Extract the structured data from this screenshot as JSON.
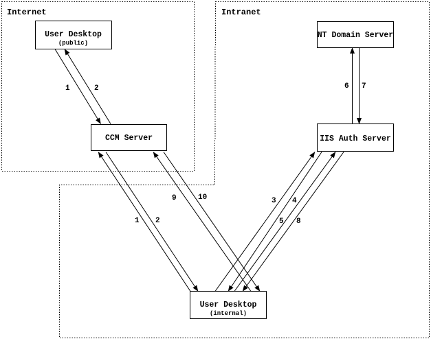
{
  "diagram": {
    "zones": [
      {
        "label": "Internet"
      },
      {
        "label": "Intranet"
      }
    ],
    "nodes": [
      {
        "id": "user-desktop-public",
        "title": "User Desktop",
        "subtitle": "(public)"
      },
      {
        "id": "ccm-server",
        "title": "CCM Server"
      },
      {
        "id": "nt-domain-server",
        "title": "NT Domain Server"
      },
      {
        "id": "iis-auth-server",
        "title": "IIS Auth Server"
      },
      {
        "id": "user-desktop-internal",
        "title": "User Desktop",
        "subtitle": "(internal)"
      }
    ],
    "edges": [
      {
        "label": "1",
        "from": "user-desktop-public",
        "to": "ccm-server"
      },
      {
        "label": "2",
        "from": "ccm-server",
        "to": "user-desktop-public"
      },
      {
        "label": "1",
        "from": "user-desktop-internal",
        "to": "ccm-server"
      },
      {
        "label": "2",
        "from": "ccm-server",
        "to": "user-desktop-internal"
      },
      {
        "label": "9",
        "from": "user-desktop-internal",
        "to": "ccm-server"
      },
      {
        "label": "10",
        "from": "ccm-server",
        "to": "user-desktop-internal"
      },
      {
        "label": "3",
        "from": "user-desktop-internal",
        "to": "iis-auth-server"
      },
      {
        "label": "4",
        "from": "iis-auth-server",
        "to": "user-desktop-internal"
      },
      {
        "label": "5",
        "from": "user-desktop-internal",
        "to": "iis-auth-server"
      },
      {
        "label": "8",
        "from": "iis-auth-server",
        "to": "user-desktop-internal"
      },
      {
        "label": "6",
        "from": "iis-auth-server",
        "to": "nt-domain-server"
      },
      {
        "label": "7",
        "from": "nt-domain-server",
        "to": "iis-auth-server"
      }
    ],
    "colors": {
      "line": "#000000",
      "background": "#ffffff"
    }
  }
}
